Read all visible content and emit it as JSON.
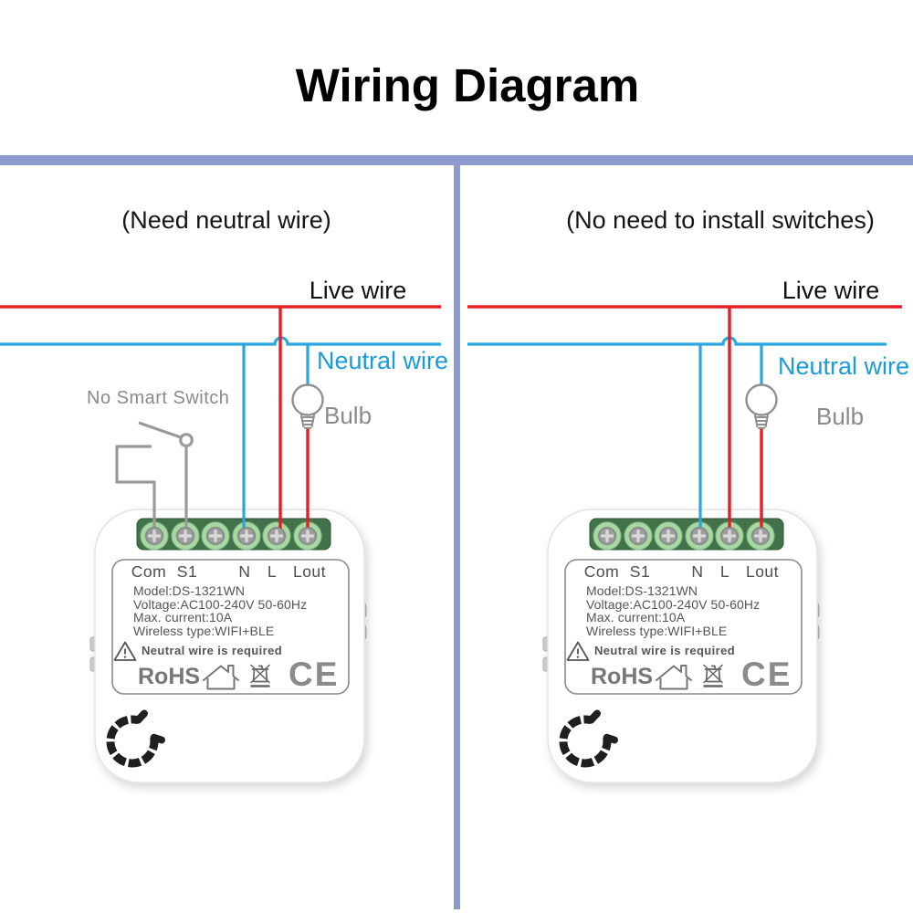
{
  "title": "Wiring Diagram",
  "panels": {
    "left": {
      "header": "(Need neutral wire)",
      "live_wire": "Live wire",
      "neutral_wire": "Neutral wire",
      "bulb": "Bulb",
      "no_smart_switch": "No Smart Switch"
    },
    "right": {
      "header": "(No need to install switches)",
      "live_wire": "Live wire",
      "neutral_wire": "Neutral wire",
      "bulb": "Bulb"
    }
  },
  "device": {
    "terminals": [
      "Com",
      "S1",
      "N",
      "L",
      "Lout"
    ],
    "info_lines": {
      "model": "Model:DS-1321WN",
      "voltage": "Voltage:AC100-240V 50-60Hz",
      "max_current": "Max. current:10A",
      "wireless": "Wireless type:WIFI+BLE"
    },
    "warning": "Neutral wire is required",
    "certifications": {
      "rohs": "RoHS",
      "ce": "CE"
    },
    "icons": [
      "warning-triangle-icon",
      "house-icon",
      "crossed-out-bin-icon",
      "ce-mark",
      "wire-clip-icon",
      "terminal-screw-icon",
      "bulb-icon",
      "switch-symbol-icon"
    ]
  },
  "colors": {
    "live_wire_red": "#E51F26",
    "neutral_wire_blue": "#29A7E0",
    "neutral_text_blue": "#1B9BD7",
    "divider_purple": "#8D9ACE",
    "terminal_block_green": "#41724A",
    "terminal_ring_green": "#A9D8A4",
    "gray_wire": "#9A9A9A"
  }
}
